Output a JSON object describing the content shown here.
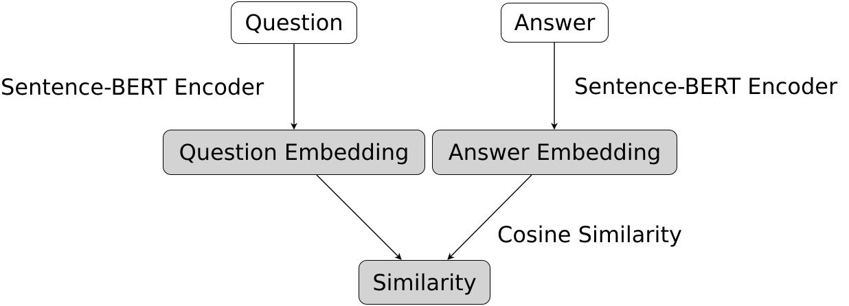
{
  "nodes": {
    "question": "Question",
    "answer": "Answer",
    "question_embedding": "Question Embedding",
    "answer_embedding": "Answer Embedding",
    "similarity": "Similarity"
  },
  "edge_labels": {
    "question_encoder": "Sentence-BERT Encoder",
    "answer_encoder": "Sentence-BERT Encoder",
    "cosine": "Cosine Similarity"
  },
  "colors": {
    "input_fill": "#ffffff",
    "embedding_fill": "#d3d3d3",
    "stroke": "#000000"
  }
}
